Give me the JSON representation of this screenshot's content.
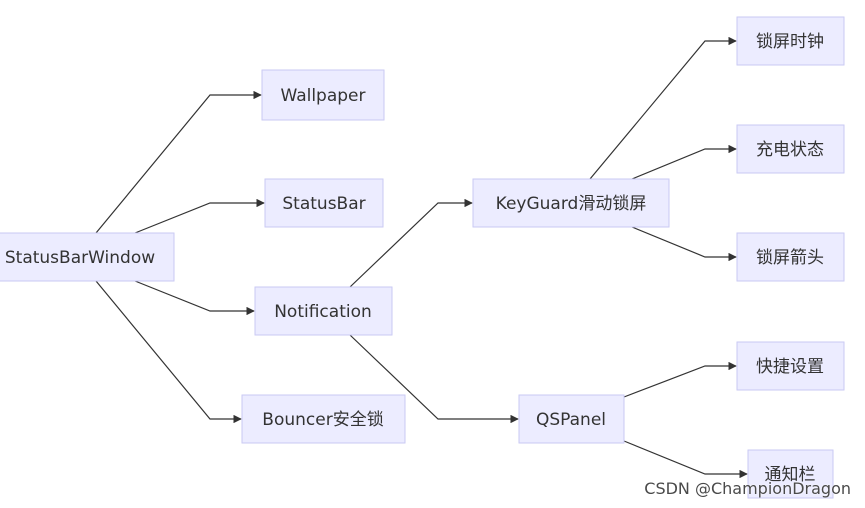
{
  "diagram": {
    "nodes": {
      "root": "StatusBarWindow",
      "wallpaper": "Wallpaper",
      "statusbar": "StatusBar",
      "notification": "Notification",
      "bouncer": "Bouncer安全锁",
      "keyguard": "KeyGuard滑动锁屏",
      "qspanel": "QSPanel",
      "lock_clock": "锁屏时钟",
      "charge_state": "充电状态",
      "lock_arrow": "锁屏箭头",
      "quick_settings": "快捷设置",
      "notification_bar": "通知栏"
    }
  },
  "watermark": "CSDN @ChampionDragon",
  "colors": {
    "node_fill": "#ececff",
    "node_border": "#c9c9f3",
    "edge": "#333333"
  }
}
